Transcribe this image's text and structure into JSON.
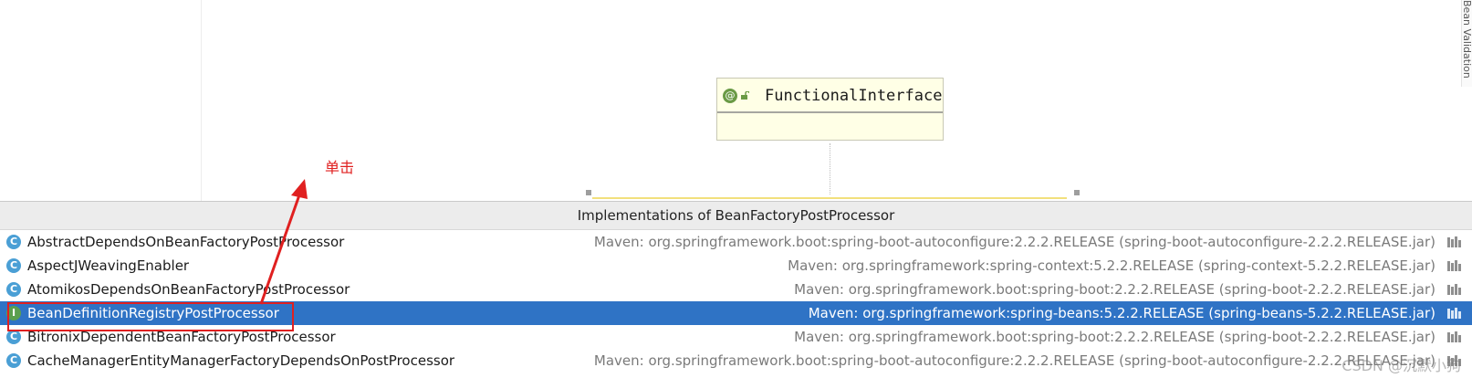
{
  "diagram": {
    "class_box": {
      "icon_symbol": "@",
      "name": "FunctionalInterface"
    },
    "side_tab_label": "Bean Validation"
  },
  "annotation": {
    "label": "单击",
    "color": "#e02020"
  },
  "popup": {
    "title": "Implementations of BeanFactoryPostProcessor",
    "rows": [
      {
        "icon": "class",
        "name": "AbstractDependsOnBeanFactoryPostProcessor",
        "source": "Maven: org.springframework.boot:spring-boot-autoconfigure:2.2.2.RELEASE (spring-boot-autoconfigure-2.2.2.RELEASE.jar)",
        "selected": false
      },
      {
        "icon": "class",
        "name": "AspectJWeavingEnabler",
        "source": "Maven: org.springframework:spring-context:5.2.2.RELEASE (spring-context-5.2.2.RELEASE.jar)",
        "selected": false
      },
      {
        "icon": "class",
        "name": "AtomikosDependsOnBeanFactoryPostProcessor",
        "source": "Maven: org.springframework.boot:spring-boot:2.2.2.RELEASE (spring-boot-2.2.2.RELEASE.jar)",
        "selected": false
      },
      {
        "icon": "interface",
        "name": "BeanDefinitionRegistryPostProcessor",
        "source": "Maven: org.springframework:spring-beans:5.2.2.RELEASE (spring-beans-5.2.2.RELEASE.jar)",
        "selected": true
      },
      {
        "icon": "class",
        "name": "BitronixDependentBeanFactoryPostProcessor",
        "source": "Maven: org.springframework.boot:spring-boot:2.2.2.RELEASE (spring-boot-2.2.2.RELEASE.jar)",
        "selected": false
      },
      {
        "icon": "class",
        "name": "CacheManagerEntityManagerFactoryDependsOnPostProcessor",
        "source": "Maven: org.springframework.boot:spring-boot-autoconfigure:2.2.2.RELEASE (spring-boot-autoconfigure-2.2.2.RELEASE.jar)",
        "selected": false
      }
    ],
    "icon_letters": {
      "class": "C",
      "interface": "I"
    }
  },
  "watermark": "CSDN @沉默小狗",
  "colors": {
    "selection": "#2f73c5",
    "class_icon": "#4a9fd5",
    "interface_icon": "#5a9f4f",
    "class_box_bg": "#ffffe6"
  }
}
